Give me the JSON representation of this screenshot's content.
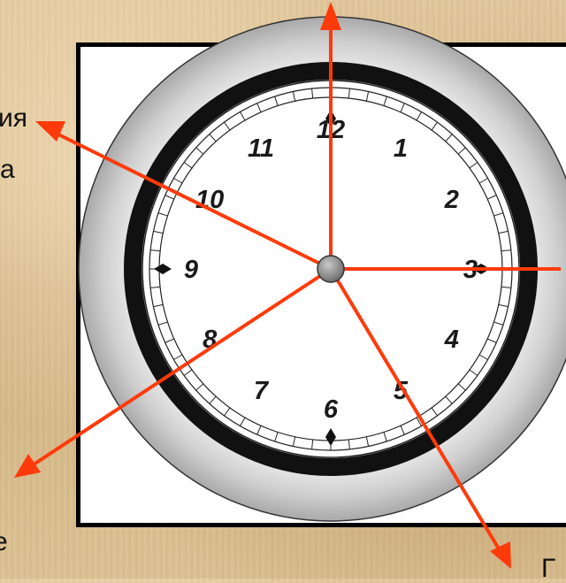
{
  "diagram": {
    "edge_text": {
      "top_left_line1": "ия",
      "top_left_line2": "а",
      "bottom_left": "е",
      "bottom_right": "Г"
    },
    "clock": {
      "numbers": [
        "12",
        "1",
        "2",
        "3",
        "4",
        "5",
        "6",
        "7",
        "8",
        "9",
        "10",
        "11"
      ]
    },
    "colors": {
      "arrow": "#ff3a0a",
      "bezel": "#c8c8c8",
      "ring": "#111111",
      "pivot": "#909090"
    }
  }
}
